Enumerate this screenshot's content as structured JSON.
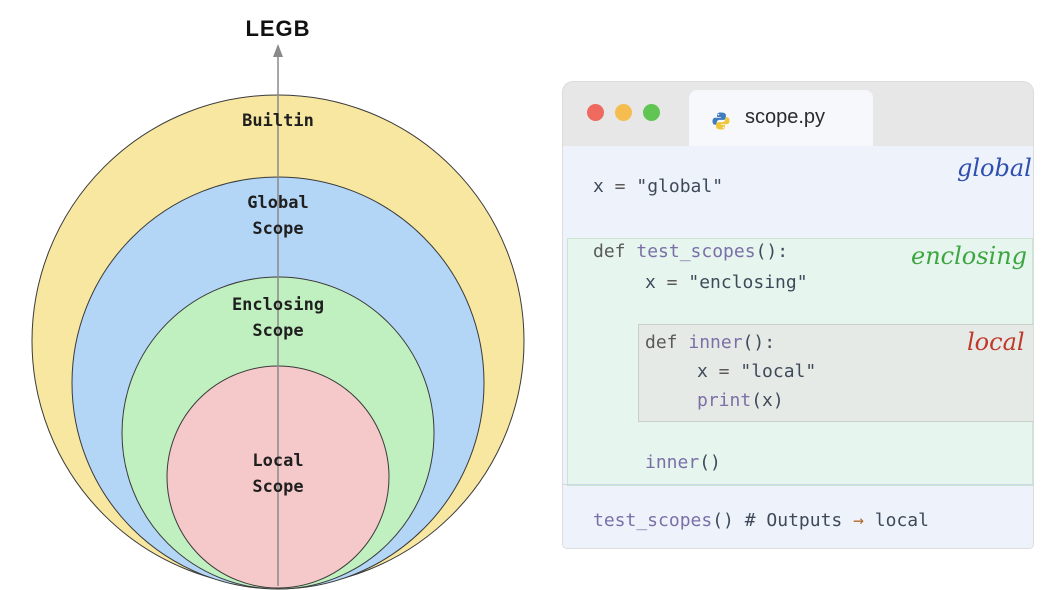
{
  "diagram": {
    "title": "LEGB",
    "circles": [
      {
        "id": "builtin",
        "lines": [
          "Builtin"
        ],
        "color": "#f8e7a0"
      },
      {
        "id": "global",
        "lines": [
          "Global",
          "Scope"
        ],
        "color": "#b3d6f7"
      },
      {
        "id": "enclosing",
        "lines": [
          "Enclosing",
          "Scope"
        ],
        "color": "#c0efc0"
      },
      {
        "id": "local",
        "lines": [
          "Local",
          "Scope"
        ],
        "color": "#f5c9c9"
      }
    ]
  },
  "editor": {
    "filename": "scope.py",
    "window_dots": [
      "#ee6a5f",
      "#f5bd4f",
      "#61c554"
    ],
    "scope_tags": {
      "global": "global",
      "enclosing": "enclosing",
      "local": "local"
    },
    "lines": {
      "l1_var": "x",
      "l1_eq": " = ",
      "l1_str": "\"global\"",
      "l2_kw": "def ",
      "l2_fn": "test_scopes",
      "l2_rest": "():",
      "l3_var": "x",
      "l3_eq": " = ",
      "l3_str": "\"enclosing\"",
      "l4_kw": "def ",
      "l4_fn": "inner",
      "l4_rest": "():",
      "l5_var": "x",
      "l5_eq": " = ",
      "l5_str": "\"local\"",
      "l6_fn": "print",
      "l6_rest": "(x)",
      "l7_fn": "inner",
      "l7_rest": "()",
      "l8_fn": "test_scopes",
      "l8_rest": "() # Outputs ",
      "l8_arrow": "→",
      "l8_tail": " local"
    }
  }
}
